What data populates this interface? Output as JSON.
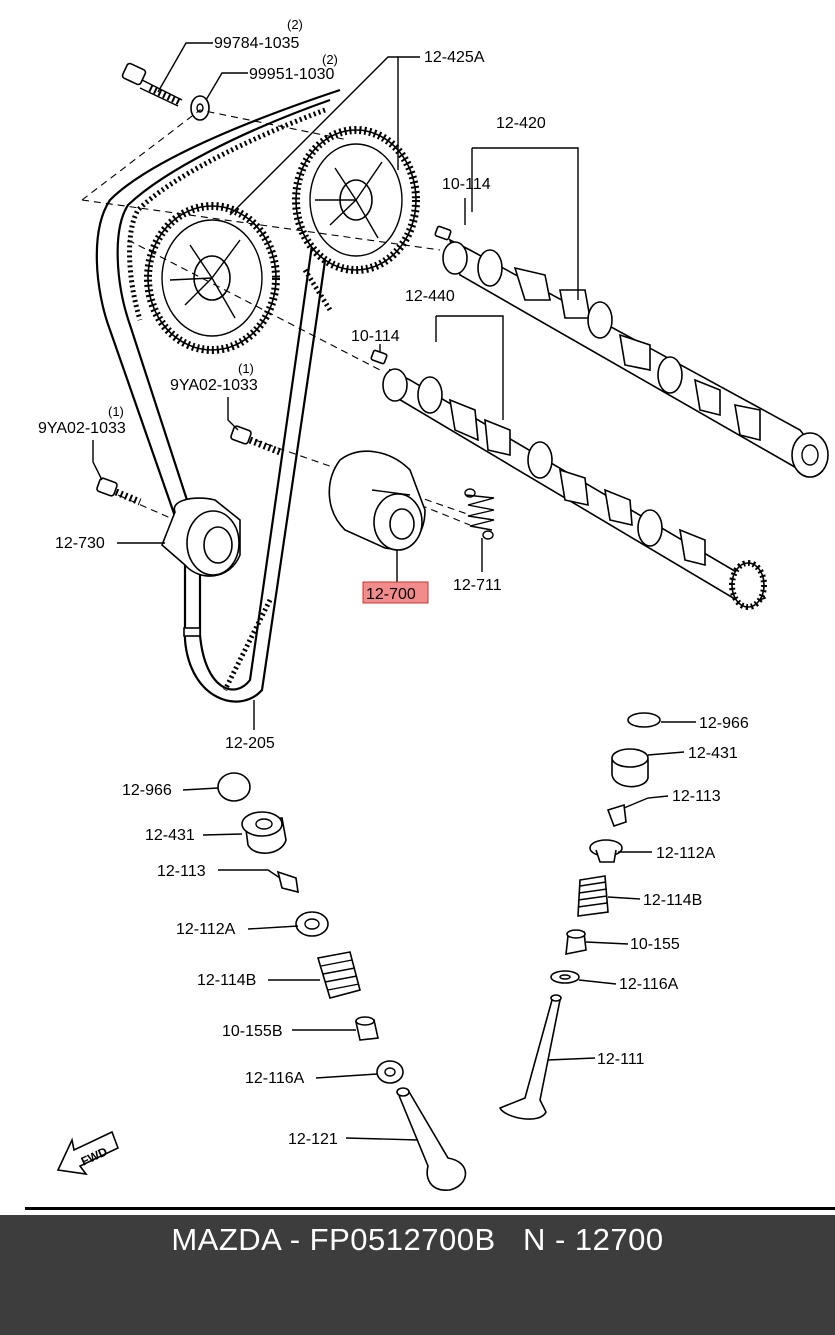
{
  "labels": {
    "p99784": "99784-1035",
    "p99784_qty": "(2)",
    "p99951": "99951-1030",
    "p99951_qty": "(2)",
    "p425a": "12-425A",
    "p420": "12-420",
    "p114_top": "10-114",
    "p440": "12-440",
    "p114_mid": "10-114",
    "p9ya_right": "9YA02-1033",
    "p9ya_right_qty": "(1)",
    "p9ya_left": "9YA02-1033",
    "p9ya_left_qty": "(1)",
    "p730": "12-730",
    "p700": "12-700",
    "p711": "12-711",
    "p205": "12-205",
    "p966_r": "12-966",
    "p431_r": "12-431",
    "p113_r": "12-113",
    "p112a_r": "12-112A",
    "p114b_r": "12-114B",
    "p155_r": "10-155",
    "p116a_r": "12-116A",
    "p111": "12-111",
    "p966_l": "12-966",
    "p431_l": "12-431",
    "p113_l": "12-113",
    "p112a_l": "12-112A",
    "p114b_l": "12-114B",
    "p155b_l": "10-155B",
    "p116a_l": "12-116A",
    "p121": "12-121",
    "fwd": "FWD"
  },
  "footer": {
    "caption": "MAZDA - FP0512700B   N - 12700"
  },
  "highlight_color": "#f28b8b"
}
